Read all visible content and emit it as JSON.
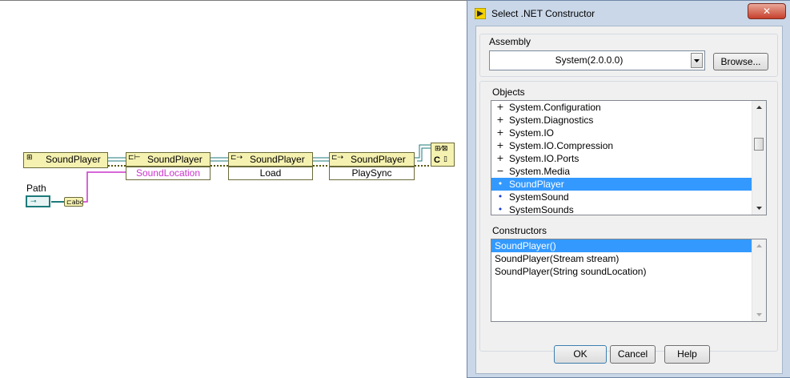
{
  "diagram": {
    "constructor_node": "SoundPlayer",
    "property_node_class": "SoundPlayer",
    "property_name": "SoundLocation",
    "method1_class": "SoundPlayer",
    "method1_name": "Load",
    "method2_class": "SoundPlayer",
    "method2_name": "PlaySync",
    "path_label": "Path",
    "close_ref_glyph": "C"
  },
  "dialog": {
    "title": "Select .NET Constructor",
    "close_symbol": "✕",
    "assembly_label": "Assembly",
    "assembly_value": "System(2.0.0.0)",
    "browse_label": "Browse...",
    "objects_label": "Objects",
    "objects": [
      {
        "marker": "+",
        "label": "System.Configuration"
      },
      {
        "marker": "+",
        "label": "System.Diagnostics"
      },
      {
        "marker": "+",
        "label": "System.IO"
      },
      {
        "marker": "+",
        "label": "System.IO.Compression"
      },
      {
        "marker": "+",
        "label": "System.IO.Ports"
      },
      {
        "marker": "−",
        "label": "System.Media"
      },
      {
        "marker": "•",
        "label": "SoundPlayer"
      },
      {
        "marker": "•",
        "label": "SystemSound"
      },
      {
        "marker": "•",
        "label": "SystemSounds"
      }
    ],
    "selected_object": "SoundPlayer",
    "constructors_label": "Constructors",
    "constructors": [
      "SoundPlayer()",
      "SoundPlayer(Stream stream)",
      "SoundPlayer(String soundLocation)"
    ],
    "selected_constructor": "SoundPlayer()",
    "ok_label": "OK",
    "cancel_label": "Cancel",
    "help_label": "Help"
  },
  "colors": {
    "refwire": "#1d7a7a",
    "pathwire": "#cc33cc",
    "node_fill": "#f5f1b0",
    "selection": "#3399ff",
    "frame": "#c9d7e8"
  }
}
